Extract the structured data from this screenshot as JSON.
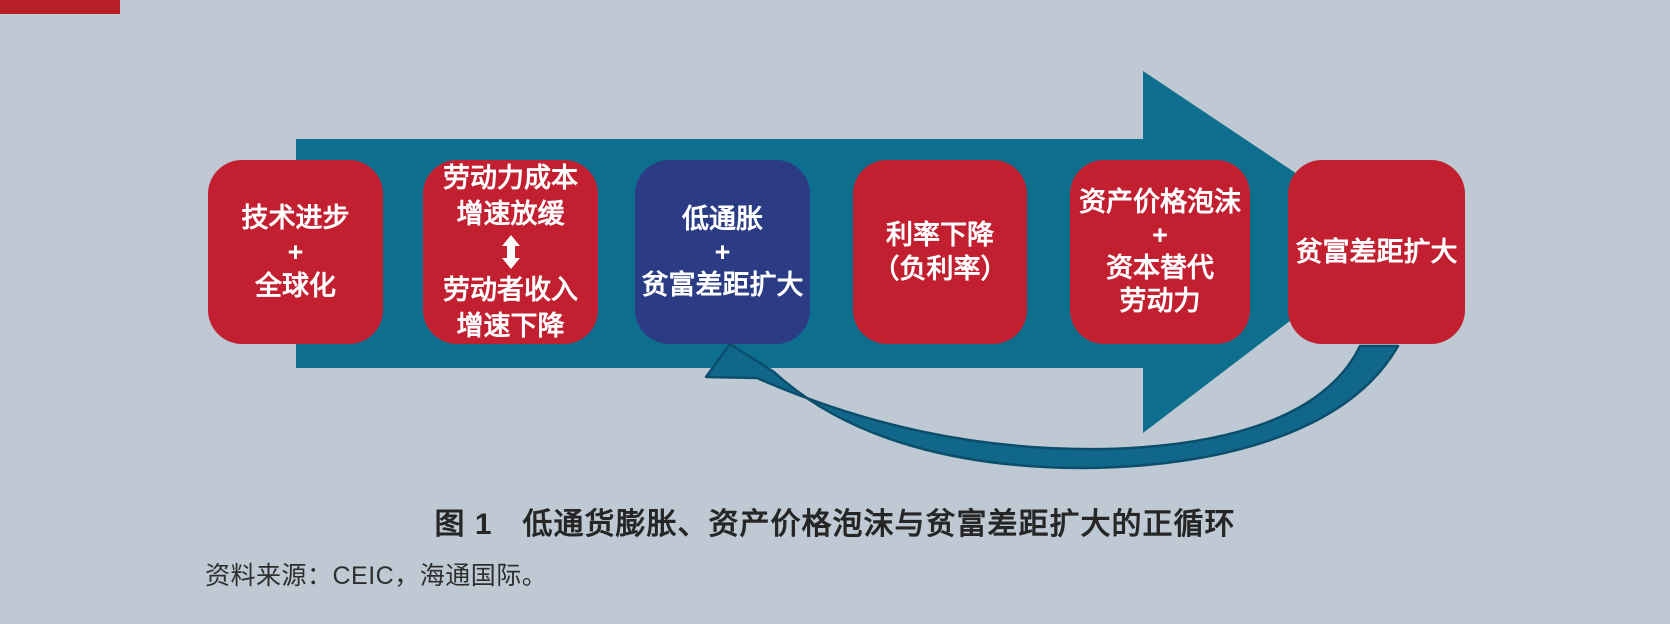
{
  "figure": {
    "caption": {
      "figure_label": "图 1",
      "title": "低通货膨胀、资产价格泡沫与贫富差距扩大的正循环"
    },
    "source_note": "资料来源：CEIC，海通国际。"
  },
  "colors": {
    "background": "#bec9d3",
    "corner_banner_red": "#b71f27",
    "box_red": "#c22030",
    "box_blue": "#2b3c84",
    "main_arrow_teal": "#0e6e8e",
    "loop_arrow_teal": "#11678a",
    "loop_arrow_outline": "#0b4e6b",
    "box_text": "#ffffff",
    "caption_text": "#262626"
  },
  "diagram": {
    "boxes": [
      {
        "id": "tech-globalization",
        "color": "red",
        "lines": [
          "技术进步",
          "+",
          "全球化"
        ]
      },
      {
        "id": "labor-cost-income",
        "color": "red",
        "lines_top": [
          "劳动力成本",
          "增速放缓"
        ],
        "icon": "up-down-arrow",
        "lines_bottom": [
          "劳动者收入",
          "增速下降"
        ]
      },
      {
        "id": "low-inflation-gap",
        "color": "blue",
        "lines": [
          "低通胀",
          "+",
          "贫富差距扩大"
        ]
      },
      {
        "id": "rate-decline",
        "color": "red",
        "lines": [
          "利率下降",
          "（负利率）"
        ]
      },
      {
        "id": "asset-bubble-capital",
        "color": "red",
        "lines": [
          "资产价格泡沫",
          "+",
          "资本替代",
          "劳动力"
        ]
      },
      {
        "id": "wealth-gap",
        "color": "red",
        "lines": [
          "贫富差距扩大"
        ]
      }
    ],
    "arrows": [
      {
        "id": "main-flow-arrow",
        "shape": "right-block-arrow"
      },
      {
        "id": "feedback-loop-arrow",
        "shape": "curved-swoosh",
        "from": "wealth-gap",
        "to": "low-inflation-gap"
      }
    ]
  }
}
